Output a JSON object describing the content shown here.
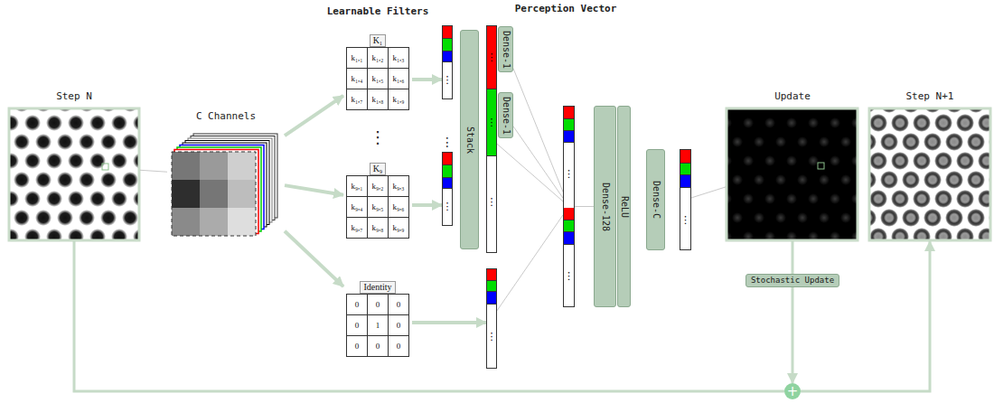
{
  "diagram": {
    "nodes": [
      {
        "text": [
          "Step N"
        ]
      },
      {
        "text": [
          "C Channels"
        ]
      },
      {
        "text": [
          "K₁",
          "k₁,₁",
          "k₁,₂",
          "k₁,₃",
          "k₁,₄",
          "k₁,₅",
          "k₁,₆",
          "k₁,₇",
          "k₁,₈",
          "k₁,₉"
        ]
      },
      {
        "text": [
          "K₉",
          "k₉,₁",
          "k₉,₂",
          "k₉,₃",
          "k₉,₄",
          "k₉,₅",
          "k₉,₆",
          "k₉,₇",
          "k₉,₈",
          "k₉,₉"
        ]
      },
      {
        "text": [
          "Identity",
          "0",
          "0",
          "0",
          "0",
          "1",
          "0",
          "0",
          "0",
          "0"
        ]
      },
      {
        "text": [
          "⋮"
        ]
      },
      {
        "text": [
          "⋮"
        ]
      },
      {
        "text": [
          "Stack"
        ]
      },
      {
        "text": [
          "⋮",
          "⋮",
          "⋮"
        ]
      },
      {
        "text": [
          "Dense-1"
        ]
      },
      {
        "text": [
          "Dense-1"
        ]
      },
      {
        "text": [
          "⋮"
        ]
      },
      {
        "text": [
          "⋮",
          "⋮"
        ]
      },
      {
        "text": [
          "Dense-128"
        ]
      },
      {
        "text": [
          "ReLU"
        ]
      },
      {
        "text": [
          "Dense-C"
        ]
      },
      {
        "text": [
          "⋮"
        ]
      },
      {
        "text": [
          "Update"
        ]
      },
      {
        "text": [
          "Step N+1"
        ]
      },
      {
        "text": [
          "Stochastic Update"
        ]
      },
      {
        "text": [
          "+"
        ]
      }
    ],
    "edges": [
      {
        "from": 0,
        "to": 1,
        "arrow": "none"
      },
      {
        "from": 1,
        "to": 2,
        "arrow": "to"
      },
      {
        "from": 1,
        "to": 3,
        "arrow": "to"
      },
      {
        "from": 1,
        "to": 4,
        "arrow": "to"
      },
      {
        "from": 2,
        "to": 5,
        "arrow": "to"
      },
      {
        "from": 3,
        "to": 6,
        "arrow": "to"
      },
      {
        "from": 4,
        "to": 11,
        "arrow": "to"
      },
      {
        "from": 8,
        "to": 12,
        "arrow": "none"
      },
      {
        "from": 9,
        "to": 12,
        "arrow": "none"
      },
      {
        "from": 10,
        "to": 12,
        "arrow": "none"
      },
      {
        "from": 11,
        "to": 12,
        "arrow": "none"
      },
      {
        "from": 12,
        "to": 13,
        "arrow": "none"
      },
      {
        "from": 16,
        "to": 17,
        "arrow": "none"
      },
      {
        "from": 17,
        "to": 19,
        "arrow": "none"
      },
      {
        "from": 19,
        "to": 20,
        "arrow": "to"
      },
      {
        "from": 0,
        "to": 20,
        "arrow": "none"
      },
      {
        "from": 20,
        "to": 18,
        "arrow": "to"
      }
    ],
    "labels": [
      "Learnable Filters",
      "Perception Vector",
      "⋮",
      "⋮"
    ]
  }
}
